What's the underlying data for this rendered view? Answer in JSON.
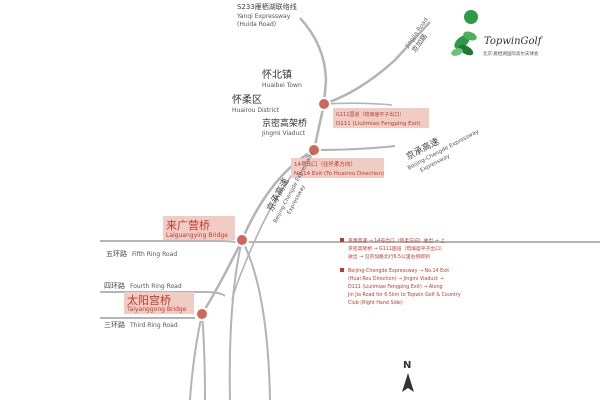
{
  "roads": {
    "top_road_cn": "S233雁栖湖联络线",
    "top_road_en": "Yanqi Expressway",
    "top_road_en2": "(Huida Road)",
    "jingjia_road": "Jingjia Road",
    "jingjia_road_cn": "京加路",
    "jingcheng_cn": "京承高速",
    "jingcheng_en": "Beijing-Chengde Expressway",
    "jingcheng_en2": "Expressway",
    "fifth_ring_cn": "五环路",
    "fifth_ring_en": "Fifth Ring Road",
    "fourth_ring_cn": "四环路",
    "fourth_ring_en": "Fourth Ring Road",
    "third_ring_cn": "三环路",
    "third_ring_en": "Third Ring Road"
  },
  "places": {
    "huaibei_cn": "怀北镇",
    "huaibei_en": "Huaibei Town",
    "huairou_cn": "怀柔区",
    "huairou_en": "Huairou District",
    "jingmi_cn": "京密高架桥",
    "jingmi_en": "Jingmi Viaduct"
  },
  "exits": {
    "d111_cn": "G111国道（琉璃庙平子出口）",
    "d111_en": "D111 (Liulimiao Fengping Exit)",
    "exit14_cn": "14号出口（往怀柔方向）",
    "exit14_en": "No.14 Exit (To Huairou Direction)"
  },
  "bridges": {
    "laiguang_cn": "来广营桥",
    "laiguang_en": "Laiguangying Bridge",
    "taiyanggong_cn": "太阳宫桥",
    "taiyanggong_en": "Taiyanggong Bridge"
  },
  "logo": {
    "name": "TopwinGolf",
    "subtitle": "北京·雁栖湖国际高尔夫球会"
  },
  "directions": {
    "cn": "京承高速 → 14号出口（怀柔方向）驶出 → 上京密高架桥 → G111国道（琉璃庙平子出口）驶出 → 沿京加路北行6.5公里右侧即到",
    "en": "Beijing-Chengde Expressway → No.14 Exit (Huai Rou Direction) → Jingmi Viaduct → D111 (Liulimiao Fengping Exit) → Along Jin Jia Road for 6.5km to Topwin Golf & Country Club (Right Hand Side)"
  },
  "compass": {
    "label": "N"
  },
  "colors": {
    "road": "#b4b4b4",
    "node": "#d0685a",
    "highlight": "#f0cdc4",
    "label_red": "#c0392b",
    "green": "#2e9a46",
    "text": "#333333"
  }
}
